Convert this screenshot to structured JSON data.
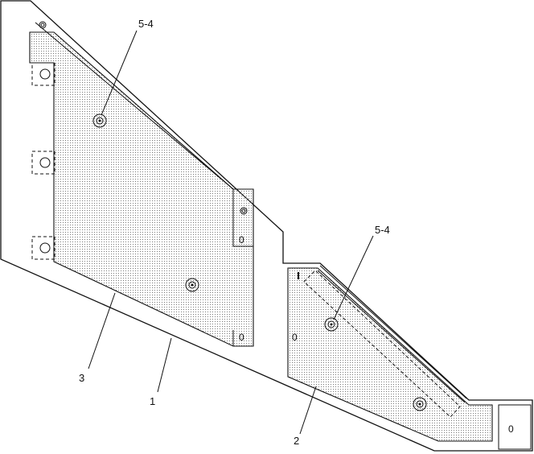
{
  "labels": {
    "part_1": "1",
    "part_2": "2",
    "part_3": "3",
    "callout_a": "5-4",
    "callout_b": "5-4"
  },
  "hole_marks": {
    "upper_plate_right_top": "0",
    "upper_plate_right_bottom": "0",
    "lower_plate_left": "0",
    "lower_plate_right": "0"
  },
  "colors": {
    "line": "#111111",
    "background": "#ffffff",
    "stipple": "#7a7a7a"
  }
}
